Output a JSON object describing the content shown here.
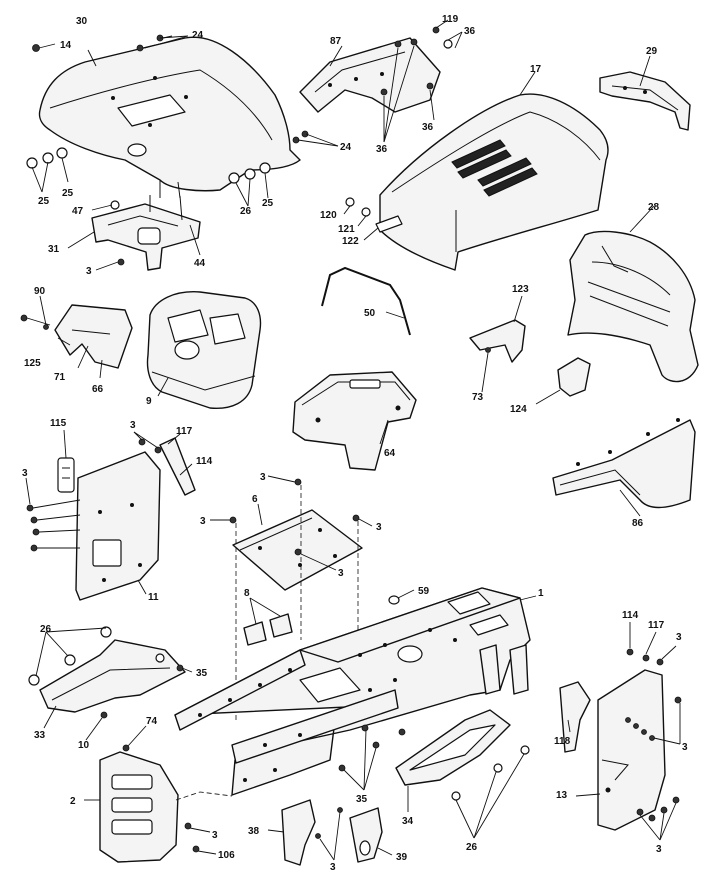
{
  "callouts": [
    {
      "id": "c30",
      "label": "30"
    },
    {
      "id": "c14",
      "label": "14"
    },
    {
      "id": "c24a",
      "label": "24"
    },
    {
      "id": "c24b",
      "label": "24"
    },
    {
      "id": "c25a",
      "label": "25"
    },
    {
      "id": "c25b",
      "label": "25"
    },
    {
      "id": "c25c",
      "label": "25"
    },
    {
      "id": "c26a",
      "label": "26"
    },
    {
      "id": "c47",
      "label": "47"
    },
    {
      "id": "c31",
      "label": "31"
    },
    {
      "id": "c44",
      "label": "44"
    },
    {
      "id": "c3a",
      "label": "3"
    },
    {
      "id": "c87",
      "label": "87"
    },
    {
      "id": "c119",
      "label": "119"
    },
    {
      "id": "c36a",
      "label": "36"
    },
    {
      "id": "c36b",
      "label": "36"
    },
    {
      "id": "c36c",
      "label": "36"
    },
    {
      "id": "c17",
      "label": "17"
    },
    {
      "id": "c29",
      "label": "29"
    },
    {
      "id": "c120",
      "label": "120"
    },
    {
      "id": "c121",
      "label": "121"
    },
    {
      "id": "c122",
      "label": "122"
    },
    {
      "id": "c28",
      "label": "28"
    },
    {
      "id": "c90",
      "label": "90"
    },
    {
      "id": "c125",
      "label": "125"
    },
    {
      "id": "c71",
      "label": "71"
    },
    {
      "id": "c66",
      "label": "66"
    },
    {
      "id": "c9",
      "label": "9"
    },
    {
      "id": "c50",
      "label": "50"
    },
    {
      "id": "c123",
      "label": "123"
    },
    {
      "id": "c73",
      "label": "73"
    },
    {
      "id": "c124",
      "label": "124"
    },
    {
      "id": "c64",
      "label": "64"
    },
    {
      "id": "c86",
      "label": "86"
    },
    {
      "id": "c115",
      "label": "115"
    },
    {
      "id": "c3b",
      "label": "3"
    },
    {
      "id": "c117a",
      "label": "117"
    },
    {
      "id": "c114a",
      "label": "114"
    },
    {
      "id": "c3c",
      "label": "3"
    },
    {
      "id": "c11",
      "label": "11"
    },
    {
      "id": "c3d",
      "label": "3"
    },
    {
      "id": "c6",
      "label": "6"
    },
    {
      "id": "c3e",
      "label": "3"
    },
    {
      "id": "c3f",
      "label": "3"
    },
    {
      "id": "c3g",
      "label": "3"
    },
    {
      "id": "c8",
      "label": "8"
    },
    {
      "id": "c59",
      "label": "59"
    },
    {
      "id": "c1",
      "label": "1"
    },
    {
      "id": "c26b",
      "label": "26"
    },
    {
      "id": "c35a",
      "label": "35"
    },
    {
      "id": "c33",
      "label": "33"
    },
    {
      "id": "c10",
      "label": "10"
    },
    {
      "id": "c74",
      "label": "74"
    },
    {
      "id": "c2",
      "label": "2"
    },
    {
      "id": "c3h",
      "label": "3"
    },
    {
      "id": "c106",
      "label": "106"
    },
    {
      "id": "c38",
      "label": "38"
    },
    {
      "id": "c3i",
      "label": "3"
    },
    {
      "id": "c39",
      "label": "39"
    },
    {
      "id": "c35b",
      "label": "35"
    },
    {
      "id": "c34",
      "label": "34"
    },
    {
      "id": "c26c",
      "label": "26"
    },
    {
      "id": "c114b",
      "label": "114"
    },
    {
      "id": "c117b",
      "label": "117"
    },
    {
      "id": "c3j",
      "label": "3"
    },
    {
      "id": "c118",
      "label": "118"
    },
    {
      "id": "c3k",
      "label": "3"
    },
    {
      "id": "c13",
      "label": "13"
    },
    {
      "id": "c3l",
      "label": "3"
    }
  ]
}
